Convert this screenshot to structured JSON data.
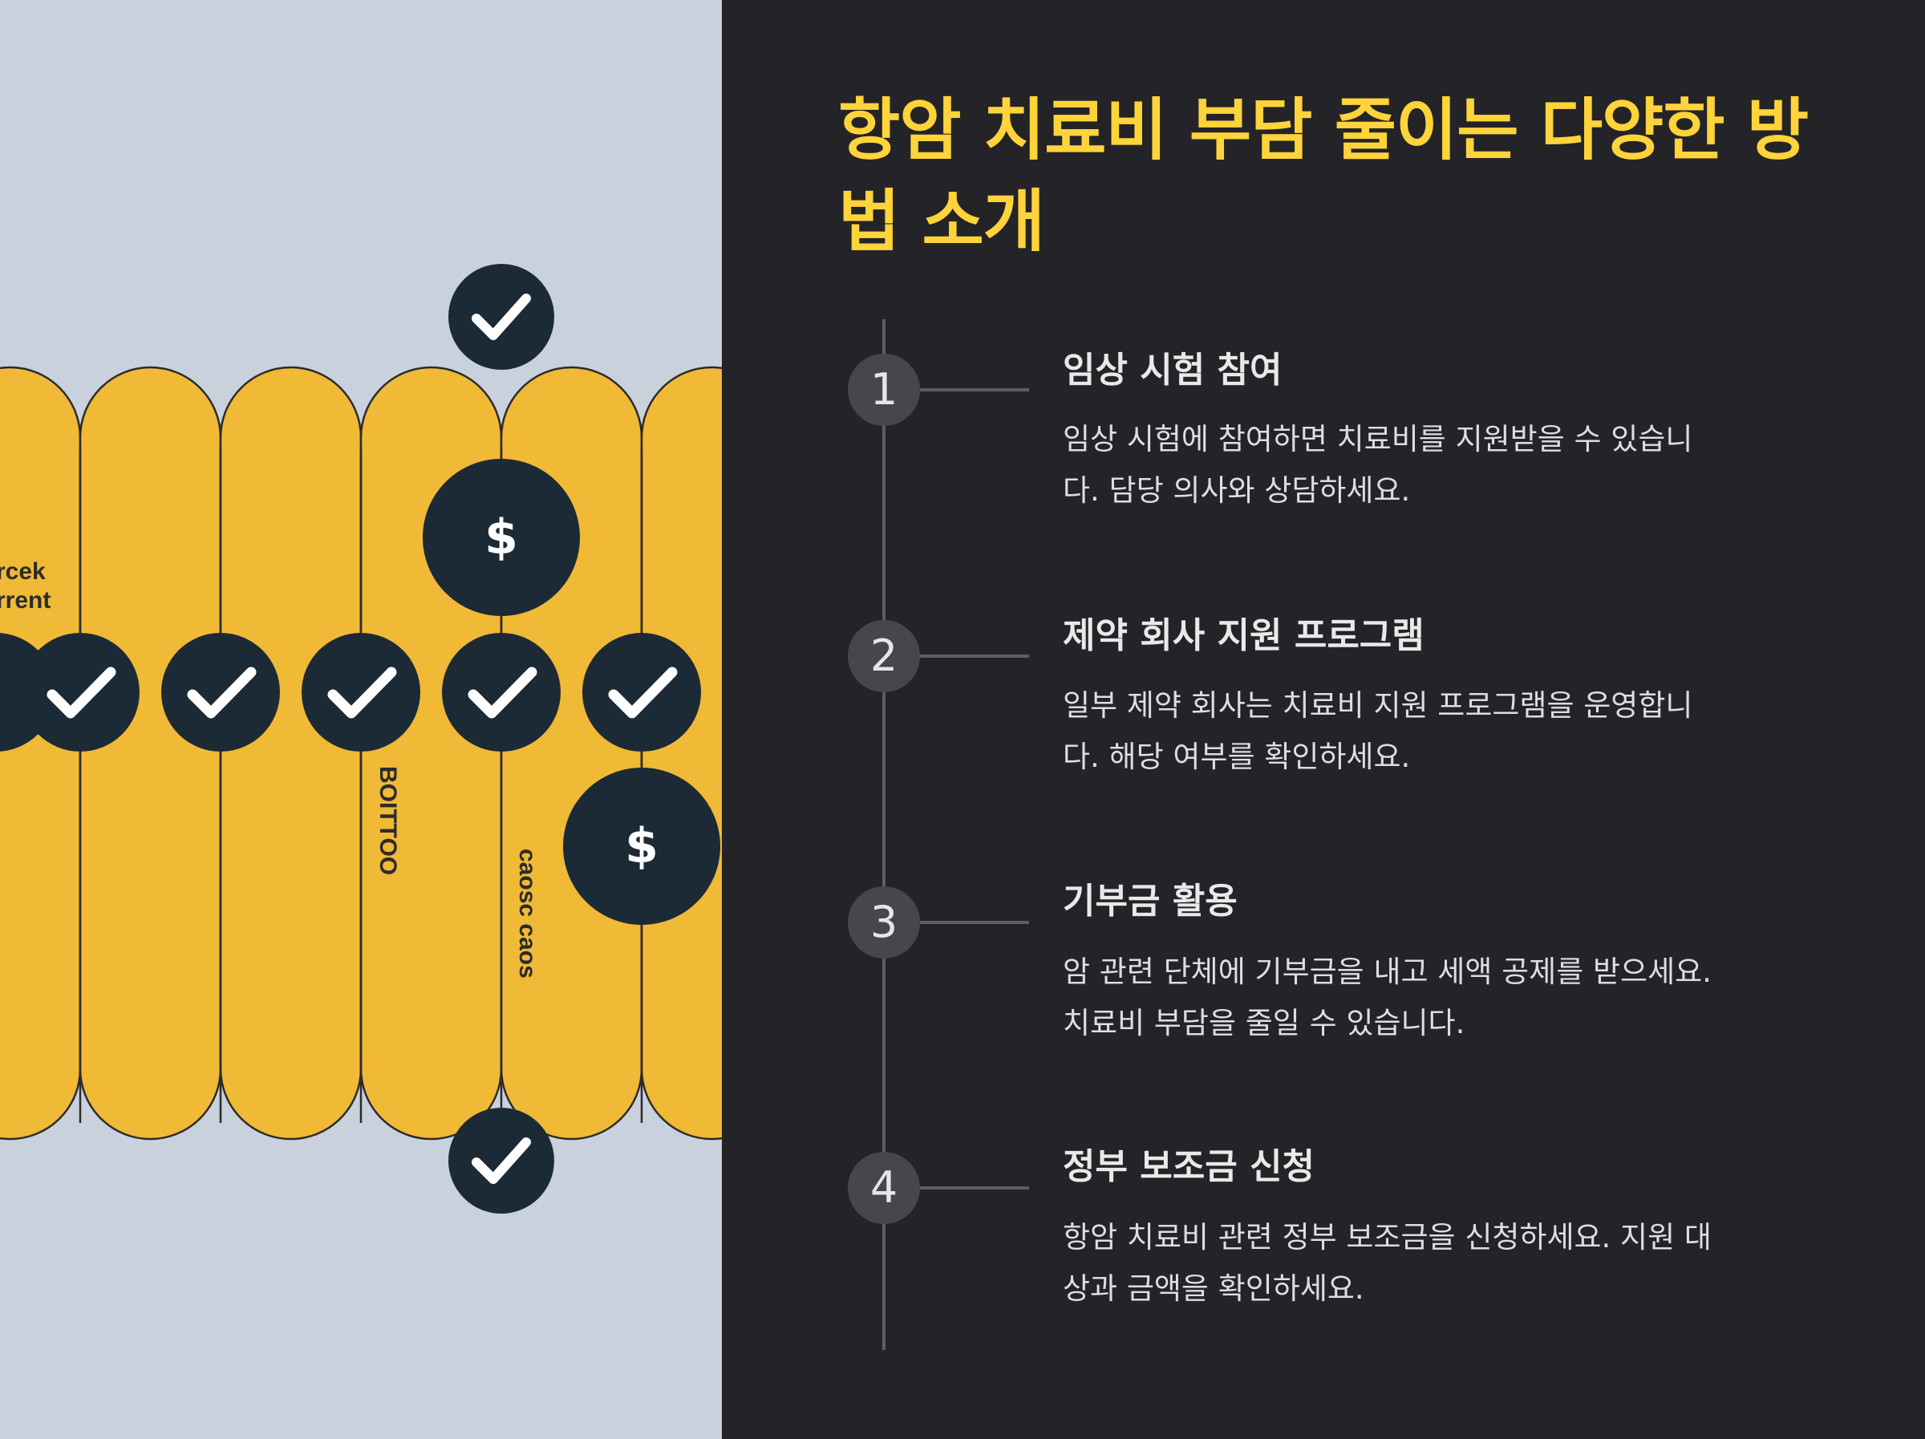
{
  "title": "항암 치료비 부담 줄이는 다양한 방법 소개",
  "illustration": {
    "texts": [
      "rcek",
      "rrent",
      "BOITTOO",
      "caosc caos"
    ],
    "check_icon": "check-icon",
    "dollar_symbol": "$",
    "colors": {
      "background": "#c9d1dc",
      "pill": "#f0b936",
      "badge": "#1c2a36",
      "glyph": "#ffffff"
    }
  },
  "steps": [
    {
      "number": "1",
      "title": "임상 시험 참여",
      "description": "임상 시험에 참여하면 치료비를 지원받을 수 있습니다. 담당 의사와 상담하세요."
    },
    {
      "number": "2",
      "title": "제약 회사 지원 프로그램",
      "description": "일부 제약 회사는 치료비 지원 프로그램을 운영합니다. 해당 여부를 확인하세요."
    },
    {
      "number": "3",
      "title": "기부금 활용",
      "description": "암 관련 단체에 기부금을 내고 세액 공제를 받으세요. 치료비 부담을 줄일 수 있습니다."
    },
    {
      "number": "4",
      "title": "정부 보조금 신청",
      "description": "항암 치료비 관련 정부 보조금을 신청하세요. 지원 대상과 금액을 확인하세요."
    }
  ],
  "colors": {
    "accent": "#ffd43b",
    "panel_background": "#242428",
    "timeline": "#5d5d63",
    "step_circle": "#46464c"
  }
}
